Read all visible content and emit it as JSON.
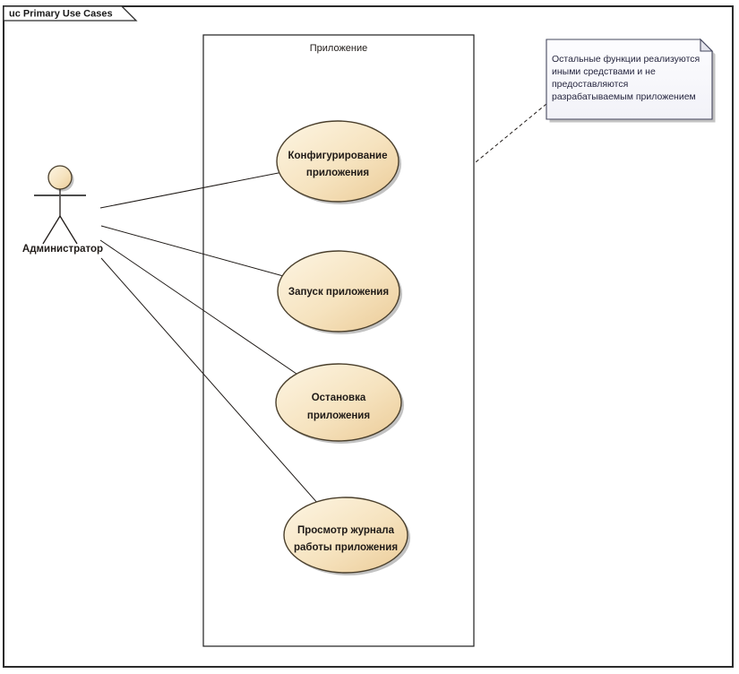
{
  "frame": {
    "label": "uc Primary Use Cases"
  },
  "system_boundary": {
    "label": "Приложение"
  },
  "actor": {
    "label": "Администратор"
  },
  "use_cases": [
    {
      "id": "configure-app",
      "lines": [
        "Конфигурирование",
        "приложения"
      ]
    },
    {
      "id": "start-app",
      "lines": [
        "Запуск приложения"
      ]
    },
    {
      "id": "stop-app",
      "lines": [
        "Остановка",
        "приложения"
      ]
    },
    {
      "id": "view-log",
      "lines": [
        "Просмотр журнала",
        "работы приложения"
      ]
    }
  ],
  "note": {
    "lines": [
      "Остальные функции реализуются",
      "иными средствами и не",
      "предоставляются",
      "разрабатываемым приложением"
    ]
  },
  "colors": {
    "usecase_fill_light": "#FDF5E3",
    "usecase_fill_mid": "#F6E3BF",
    "usecase_fill_dark": "#EBCB97",
    "usecase_border": "#4a3f2c",
    "shadow": "#c2c2c2",
    "frame_border": "#2b2b2b",
    "boundary_border": "#1f1f1f",
    "note_fill": "#fcfcfe",
    "note_fold": "#e4e4ec",
    "note_border": "#45475e",
    "note_text": "#26263f",
    "line": "#1f1a17"
  }
}
